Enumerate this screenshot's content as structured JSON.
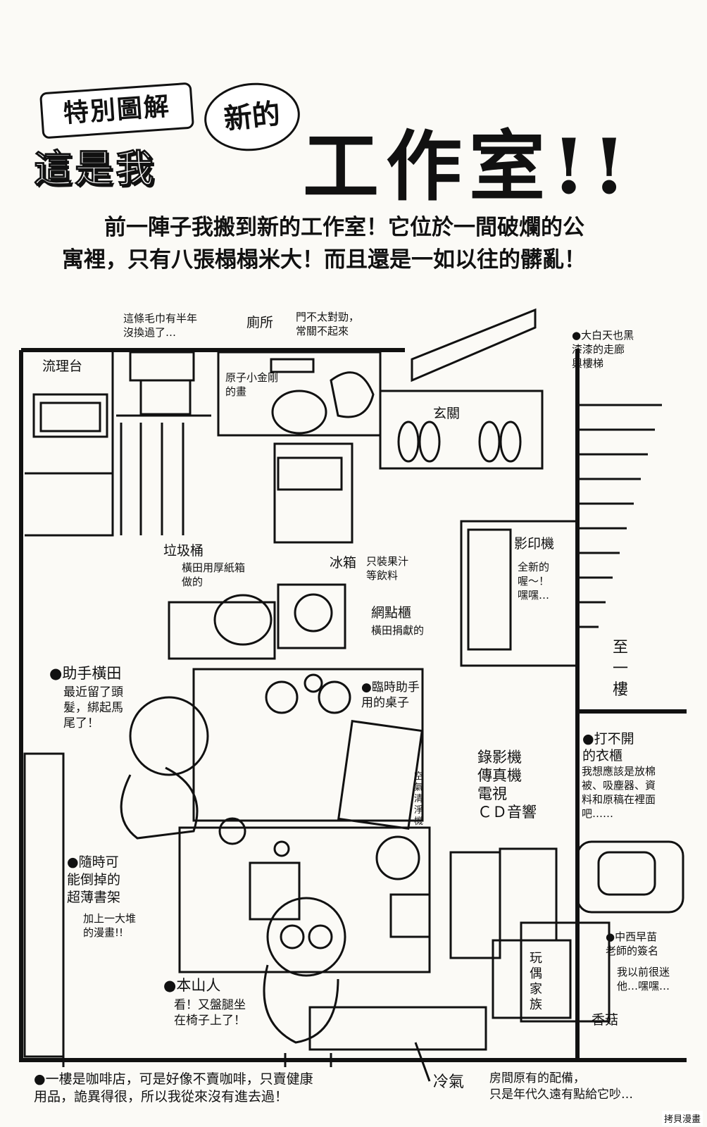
{
  "header": {
    "badge": "特別圖解",
    "line1": "這是我",
    "bubble": "新的",
    "title": "工作室!!"
  },
  "intro": "前一陣子我搬到新的工作室！它位於一間破爛的公寓裡，只有八張榻榻米大！而且還是一如以往的髒亂！",
  "labels": {
    "towel": "這條毛巾有半年\n沒換過了…",
    "toilet": "廁所",
    "door": "門不太對勁，\n常關不起來",
    "corridor": "●大白天也黑\n漆漆的走廊\n與樓梯",
    "sink": "流理台",
    "painting": "原子小金剛\n的畫",
    "entrance": "玄關",
    "copier": "影印機",
    "copier_note": "全新的\n喔〜！\n嘿嘿…",
    "trash": "垃圾桶",
    "trash_note": "橫田用厚紙箱\n做的",
    "fridge": "冰箱",
    "fridge_note": "只裝果汁\n等飲料",
    "screen_cabinet": "網點櫃",
    "screen_cabinet_note": "橫田捐獻的",
    "stairs": "至\n一\n樓",
    "assistant": "●助手橫田",
    "assistant_note": "最近留了頭\n髮，綁起馬\n尾了！",
    "temp_desk": "●臨時助手\n用的桌子",
    "closet": "●打不開\n的衣櫃",
    "closet_note": "我想應該是放棉\n被、吸塵器、資\n料和原稿在裡面\n吧……",
    "av": "錄影機\n傳真機\n電視\nＣＤ音響",
    "air_purifier": "空\n氣\n清\n淨\n機",
    "bookshelf": "●隨時可\n能倒掉的\n超薄書架",
    "bookshelf_note": "加上一大堆\n的漫畫!!",
    "signature": "●中西早苗\n老師的簽名",
    "signature_note": "我以前很迷\n他…嘿嘿…",
    "dolls": "玩\n偶\n家\n族",
    "mushroom": "香菇",
    "author": "●本山人",
    "author_note": "看！又盤腿坐\n在椅子上了！",
    "aircon": "冷氣",
    "original": "房間原有的配備，\n只是年代久遠有點給它吵…"
  },
  "footer": "●一樓是咖啡店，可是好像不賣咖啡，只賣健康\n用品，詭異得很，所以我從來沒有進去過！",
  "credit": "拷貝漫畫"
}
